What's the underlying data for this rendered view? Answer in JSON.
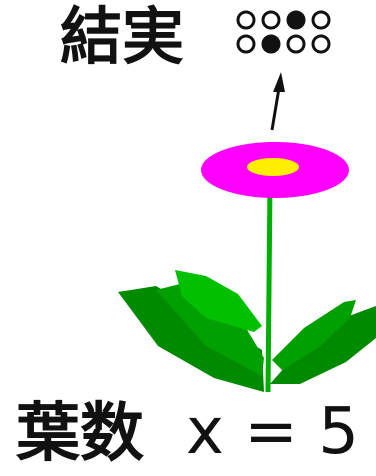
{
  "fruit": {
    "label": "結実",
    "dots": [
      [
        false,
        false,
        true,
        false
      ],
      [
        false,
        true,
        false,
        false
      ]
    ]
  },
  "leaves": {
    "label": "葉数",
    "formula": "x = 5"
  },
  "colors": {
    "petal": "#ff00ff",
    "center": "#ffee00",
    "stem": "#00b000",
    "leaf_dark": "#008a00",
    "leaf_mid": "#00a000",
    "leaf_light": "#00c000",
    "ink": "#111111"
  }
}
